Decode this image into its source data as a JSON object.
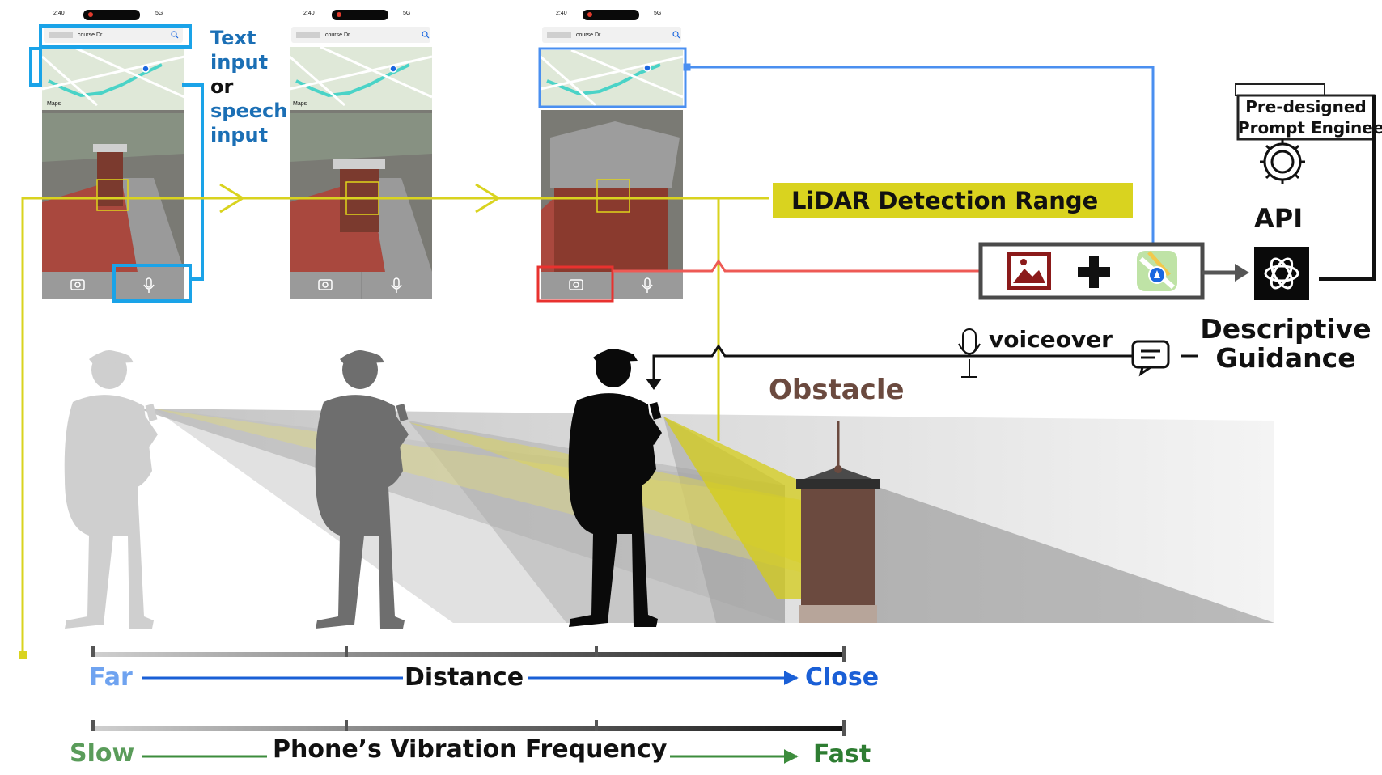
{
  "phones": [
    {
      "time": "2:40",
      "signal": "5G",
      "search_text": "course Dr",
      "map_credit": "Maps"
    },
    {
      "time": "2:40",
      "signal": "5G",
      "search_text": "course Dr",
      "map_credit": "Maps"
    },
    {
      "time": "2:40",
      "signal": "5G",
      "search_text": "course Dr",
      "map_credit": ""
    }
  ],
  "input_labels": {
    "text": "Text",
    "input1": "input",
    "or": "or",
    "speech": "speech",
    "input2": "input"
  },
  "lidar_label": "LiDAR Detection Range",
  "prompt_engineering": {
    "line1": "Pre-designed",
    "line2": "Prompt Engineering"
  },
  "api_label": "API",
  "descriptive_guidance": {
    "line1": "Descriptive",
    "line2": "Guidance"
  },
  "voiceover_label": "voiceover",
  "obstacle_label": "Obstacle",
  "distance_scale": {
    "start": "Far",
    "middle": "Distance",
    "end": "Close"
  },
  "vibration_scale": {
    "start": "Slow",
    "middle": "Phone’s Vibration Frequency",
    "end": "Fast"
  },
  "colors": {
    "input_blue": "#1aa3e8",
    "text_blue": "#1b6fb5",
    "lidar_yellow": "#d9d31f",
    "map_blue": "#4a8ff0",
    "camera_red": "#e8322f",
    "obstacle_brown": "#6b4a3f",
    "distance_blue": "#1a5fd6",
    "vibration_green": "#3c8c3c"
  }
}
